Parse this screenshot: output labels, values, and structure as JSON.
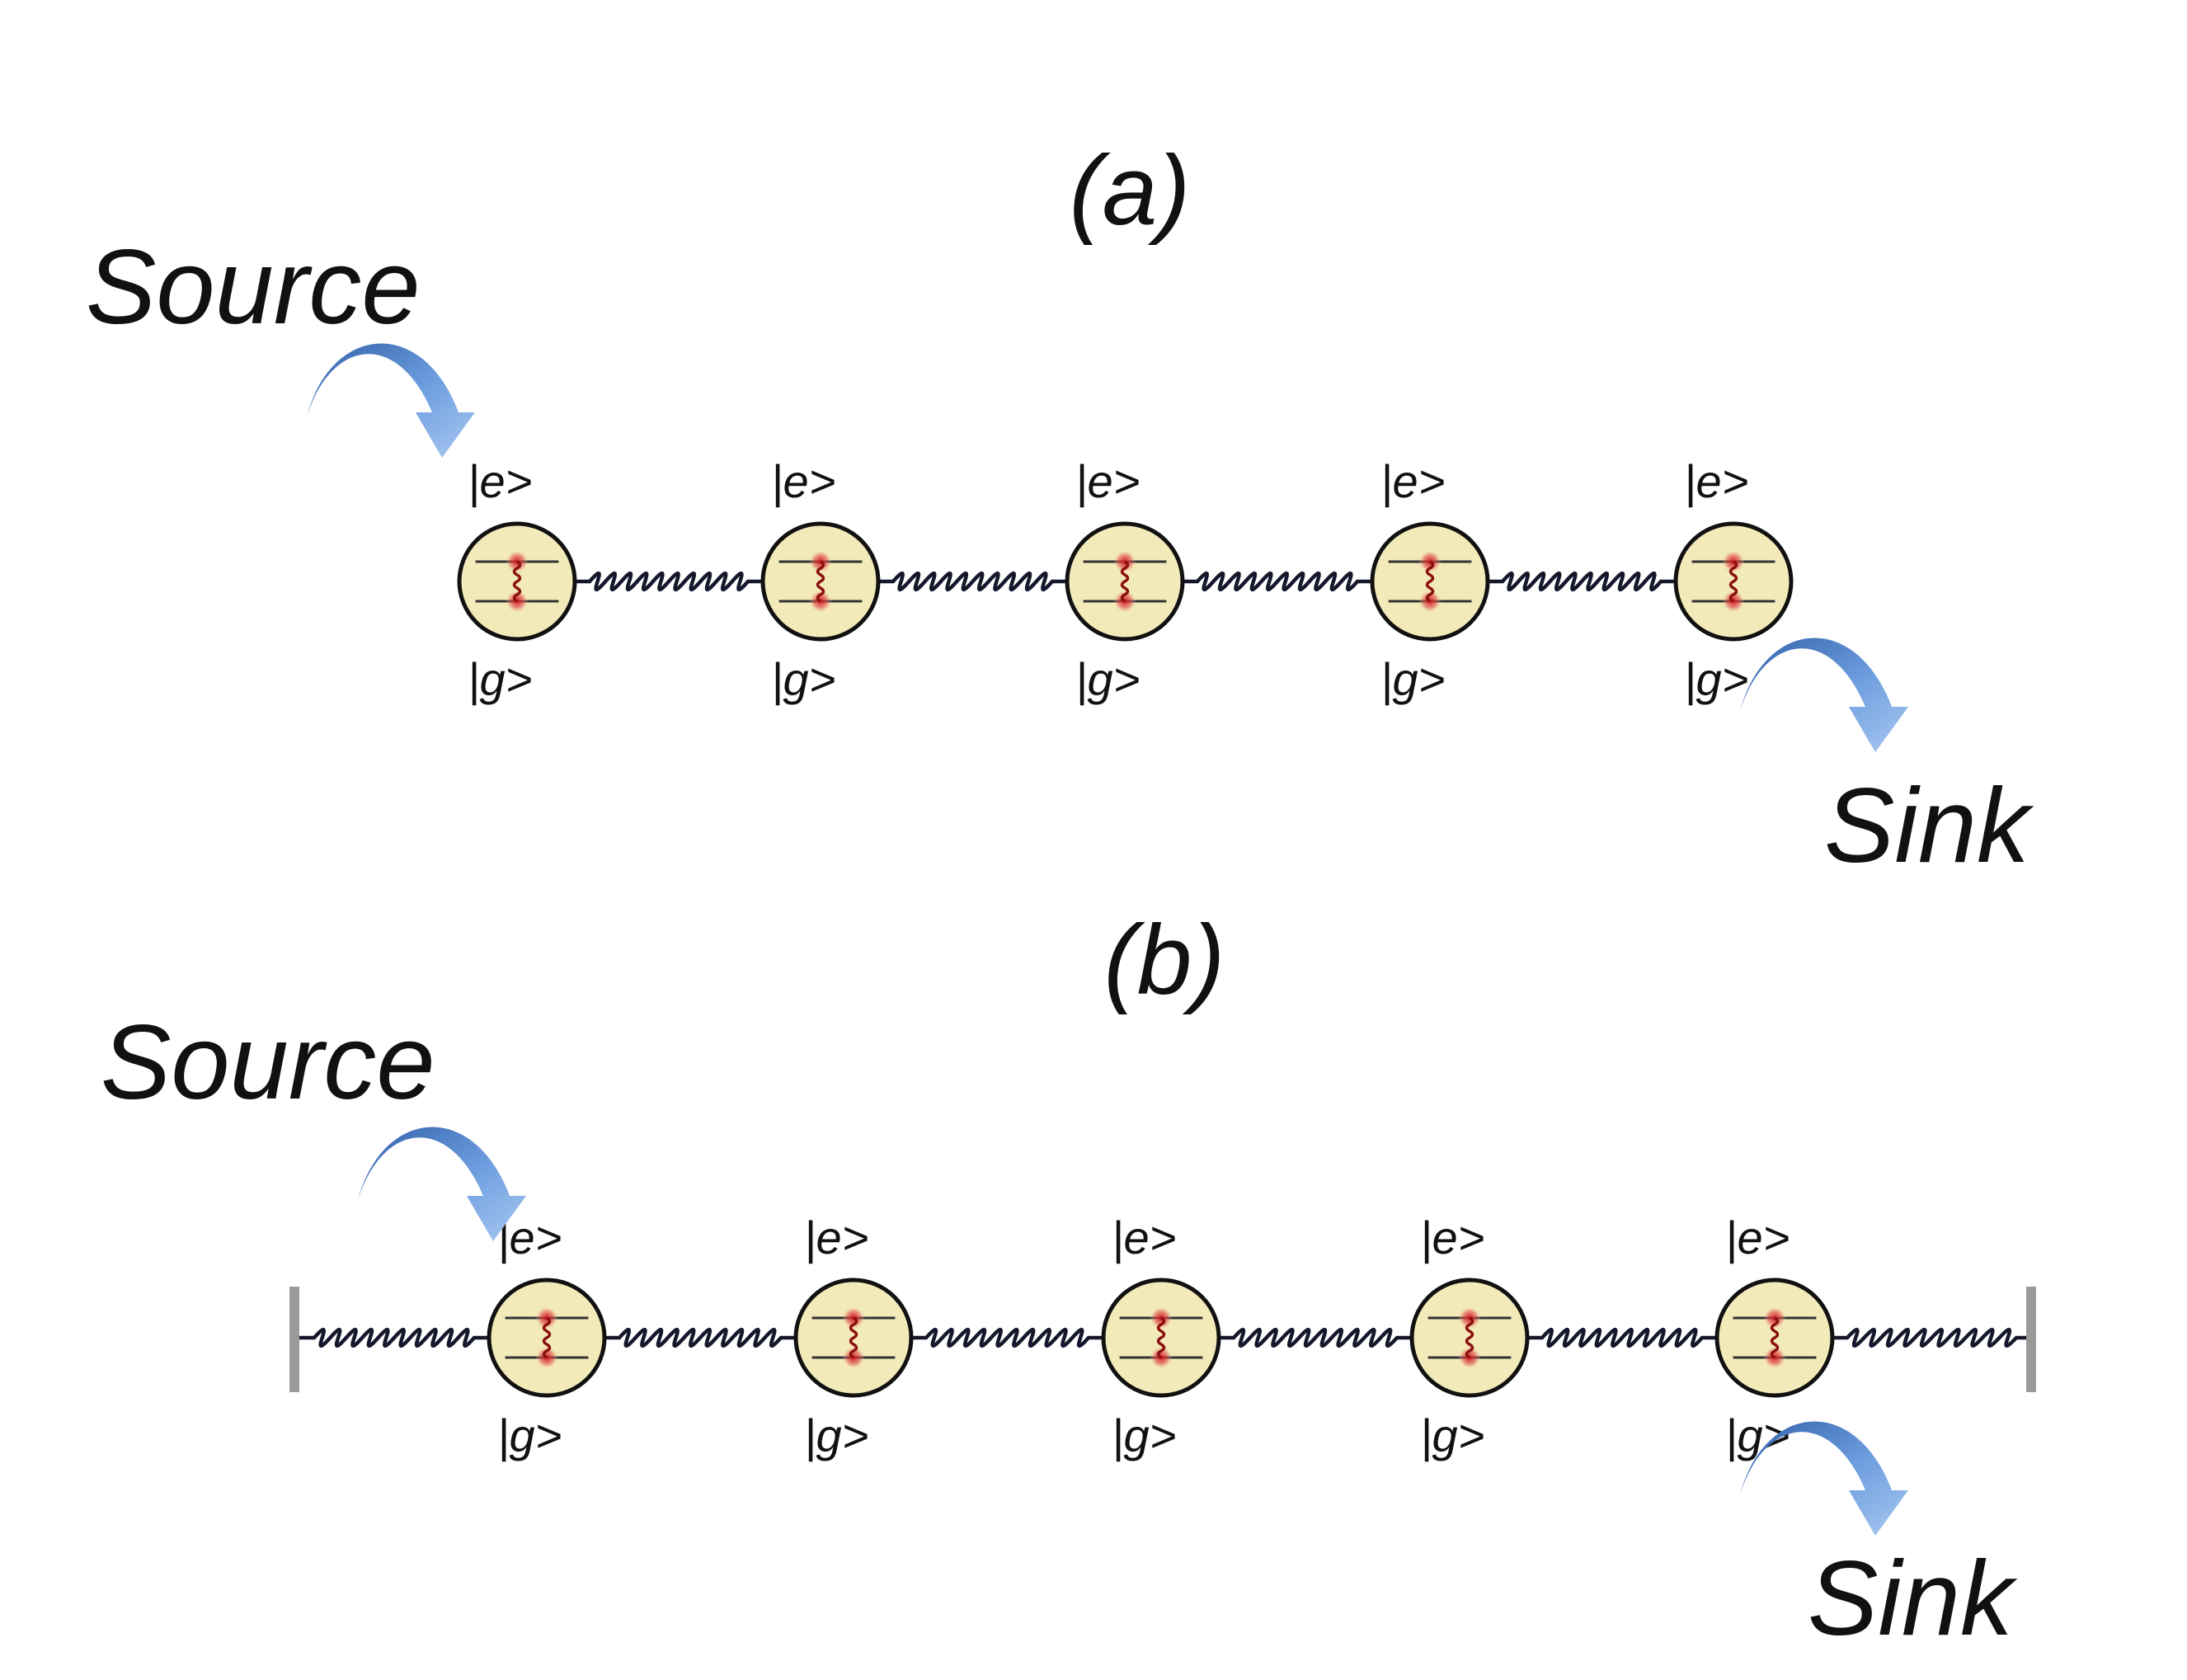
{
  "panels": [
    {
      "id": "a",
      "label": "(a)",
      "source_label": "Source",
      "sink_label": "Sink",
      "walls": false,
      "atoms": [
        {
          "excited": "|e>",
          "ground": "|g>"
        },
        {
          "excited": "|e>",
          "ground": "|g>"
        },
        {
          "excited": "|e>",
          "ground": "|g>"
        },
        {
          "excited": "|e>",
          "ground": "|g>"
        },
        {
          "excited": "|e>",
          "ground": "|g>"
        }
      ]
    },
    {
      "id": "b",
      "label": "(b)",
      "source_label": "Source",
      "sink_label": "Sink",
      "walls": true,
      "atoms": [
        {
          "excited": "|e>",
          "ground": "|g>"
        },
        {
          "excited": "|e>",
          "ground": "|g>"
        },
        {
          "excited": "|e>",
          "ground": "|g>"
        },
        {
          "excited": "|e>",
          "ground": "|g>"
        },
        {
          "excited": "|e>",
          "ground": "|g>"
        }
      ]
    }
  ],
  "colors": {
    "arrow": "#5b8fd6",
    "atom_fill": "#f3eab9",
    "spring": "#15172b",
    "transition": "#c8141a"
  }
}
